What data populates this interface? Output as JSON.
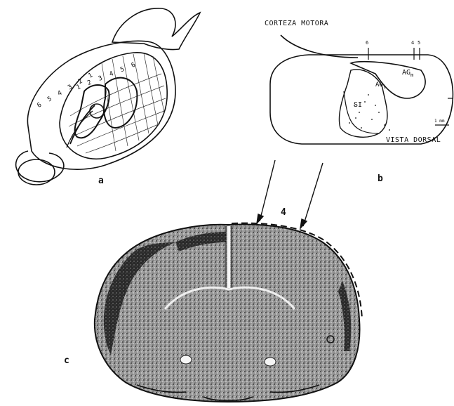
{
  "figure": {
    "panels": {
      "a": {
        "letter": "a"
      },
      "b": {
        "letter": "b",
        "title_top": "CORTEZA MOTORA",
        "title_bottom": "VISTA DORSAL",
        "region_labels": [
          "AG",
          "m",
          "AG",
          "l",
          "SI"
        ],
        "scale_bar": "1 mm",
        "marker_numbers": [
          "6",
          "4",
          "5"
        ]
      },
      "c": {
        "letter": "c",
        "section_marker": "4"
      }
    },
    "cortical_numbers_a": [
      "6",
      "5",
      "4",
      "3",
      "2",
      "1",
      "1",
      "2",
      "3",
      "4",
      "5",
      "6"
    ]
  }
}
